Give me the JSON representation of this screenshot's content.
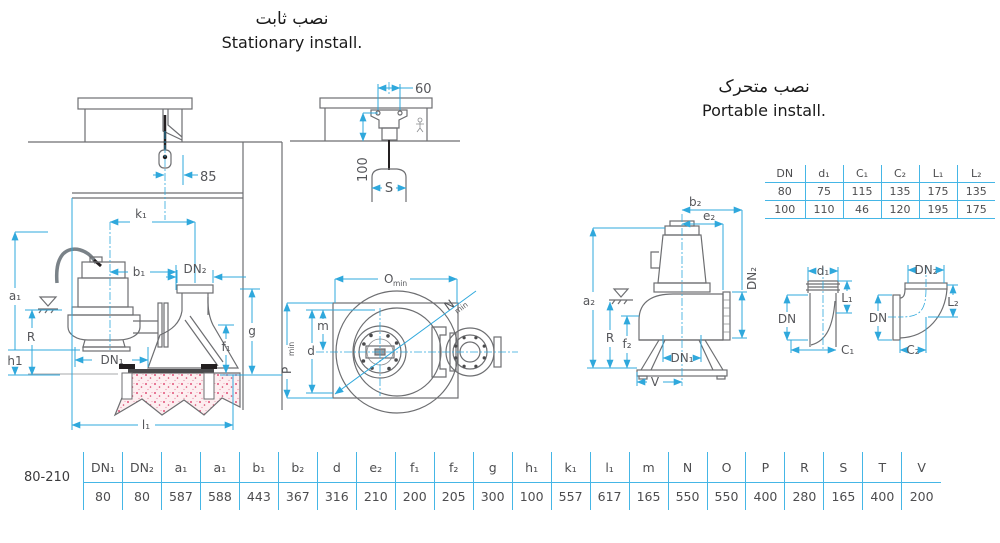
{
  "headings": {
    "stationary_fa": "نصب ثابت",
    "stationary_en": "Stationary install.",
    "portable_fa": "نصب متحرک",
    "portable_en": "Portable install."
  },
  "colors": {
    "dimension_line": "#2fa8dc",
    "table_line": "#45b6e6",
    "drawing_line": "#6d6e71",
    "concrete_speckle": "#e2537a",
    "text": "#4d4d4f"
  },
  "elbow_table": {
    "headers": [
      "DN",
      "d₁",
      "C₁",
      "C₂",
      "L₁",
      "L₂"
    ],
    "rows": [
      [
        "80",
        "75",
        "115",
        "135",
        "175",
        "135"
      ],
      [
        "100",
        "110",
        "46",
        "120",
        "195",
        "175"
      ]
    ]
  },
  "dim_table": {
    "row_label": "80-210",
    "headers": [
      "DN₁",
      "DN₂",
      "a₁",
      "a₁",
      "b₁",
      "b₂",
      "d",
      "e₂",
      "f₁",
      "f₂",
      "g",
      "h₁",
      "k₁",
      "l₁",
      "m",
      "N",
      "O",
      "P",
      "R",
      "S",
      "T",
      "V"
    ],
    "values": [
      "80",
      "80",
      "587",
      "588",
      "443",
      "367",
      "316",
      "210",
      "200",
      "205",
      "300",
      "100",
      "557",
      "617",
      "165",
      "550",
      "550",
      "400",
      "280",
      "165",
      "400",
      "200"
    ]
  },
  "stationary": {
    "dim85": "85",
    "k1": "k₁",
    "b1": "b₁",
    "dn2": "DN₂",
    "a1": "a₁",
    "r": "R",
    "h1": "h1",
    "dn1": "DN₁",
    "f1": "f₁",
    "g": "g",
    "l1": "l₁"
  },
  "hoist": {
    "w60": "60",
    "h100": "100",
    "s": "S"
  },
  "plan": {
    "o": "O",
    "n": "N",
    "p": "P",
    "min": "min",
    "d": "d",
    "m": "m"
  },
  "portable": {
    "b2": "b₂",
    "e2": "e₂",
    "dn2": "DN₂",
    "a2": "a₂",
    "r": "R",
    "f2": "f₂",
    "dn1": "DN₁",
    "v": "V"
  },
  "elbow1": {
    "d1": "d₁",
    "l1": "L₁",
    "dn": "DN",
    "c1": "C₁"
  },
  "elbow2": {
    "dn2": "DN₂",
    "l2": "L₂",
    "dn": "DN",
    "c2": "C₂"
  }
}
